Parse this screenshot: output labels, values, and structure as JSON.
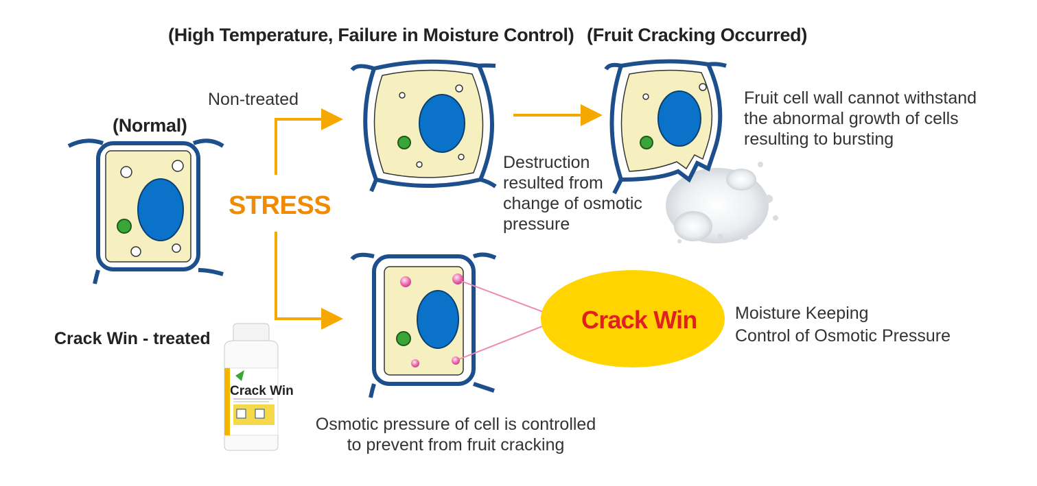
{
  "headers": {
    "conditions": "(High Temperature, Failure in Moisture Control)",
    "cracking": "(Fruit Cracking Occurred)",
    "normal": "(Normal)"
  },
  "labels": {
    "non_treated": "Non-treated",
    "stress": "STRESS",
    "destruction": "Destruction resulted from change of osmotic pressure",
    "wall_cannot": "Fruit cell wall cannot withstand the abnormal growth of cells resulting to bursting",
    "treated": "Crack Win - treated",
    "controlled": "Osmotic pressure of cell is controlled to prevent from fruit cracking",
    "moisture": "Moisture Keeping",
    "osmotic_control": "Control of Osmotic Pressure"
  },
  "product": {
    "name": "Crack Win",
    "bottle_label": "Crack Win"
  },
  "colors": {
    "stress": "#f08a00",
    "arrow": "#f5a800",
    "cell_wall": "#1d4f8c",
    "cytoplasm": "#f6efbf",
    "nucleus": "#0a73c9",
    "chloroplast": "#3aa637",
    "brand": "#e0201f",
    "ellipse": "#ffd400",
    "connector": "#ef86b5"
  }
}
